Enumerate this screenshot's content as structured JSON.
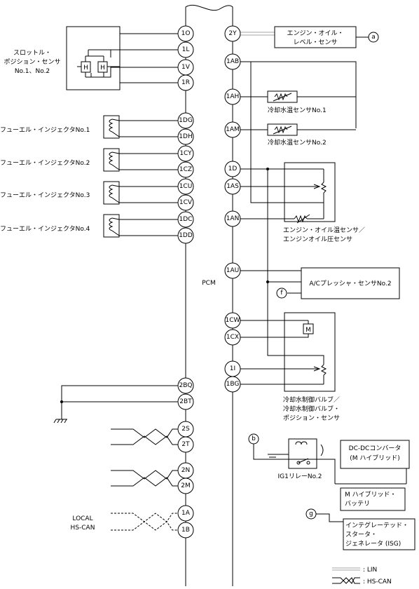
{
  "pcm_label": "PCM",
  "left_pins": [
    "1O",
    "1L",
    "1V",
    "1R",
    "1DG",
    "1DH",
    "1CY",
    "1CZ",
    "1CU",
    "1CV",
    "1DC",
    "1DD",
    "2BQ",
    "2BT",
    "2S",
    "2T",
    "2N",
    "2M",
    "1A",
    "1B"
  ],
  "right_pins": [
    "2Y",
    "1AB",
    "1AH",
    "1AM",
    "1D",
    "1AS",
    "1AN",
    "1AU",
    "1CW",
    "1CX",
    "1I",
    "1BG"
  ],
  "throttle": {
    "line1": "スロットル・",
    "line2": "ポジション・センサ",
    "line3": "No.1、No.2",
    "h": "H"
  },
  "injectors": [
    "フューエル・インジェクタNo.1",
    "フューエル・インジェクタNo.2",
    "フューエル・インジェクタNo.3",
    "フューエル・インジェクタNo.4"
  ],
  "oil_level": {
    "line1": "エンジン・オイル・",
    "line2": "レベル・センサ",
    "conn": "a"
  },
  "coolant_temp": [
    "冷却水温センサNo.1",
    "冷却水温センサNo.2"
  ],
  "oil_temp_press": {
    "line1": "エンジン・オイル温センサ／",
    "line2": "エンジンオイル圧センサ"
  },
  "ac_pressure": {
    "label": "A/Cプレッシャ・センサNo.2",
    "conn": "f"
  },
  "valve": {
    "line1": "冷却水制御バルブ／",
    "line2": "冷却水制御バルブ・",
    "line3": "ポジション・センサ",
    "motor": "M"
  },
  "ig1_relay": {
    "label": "IG1リレーNo.2",
    "conn": "b"
  },
  "dcdc": {
    "line1": "DC-DCコンバータ",
    "line2": "(M ハイブリッド)"
  },
  "mhybrid_battery": {
    "line1": "M ハイブリッド・",
    "line2": "バッテリ"
  },
  "isg": {
    "line1": "インテグレーテッド・",
    "line2": "スタータ・",
    "line3": "ジェネレータ (ISG)",
    "conn": "g"
  },
  "local_can": {
    "line1": "LOCAL",
    "line2": "HS-CAN"
  },
  "legend": {
    "lin": ": LIN",
    "hscan": ": HS-CAN"
  }
}
